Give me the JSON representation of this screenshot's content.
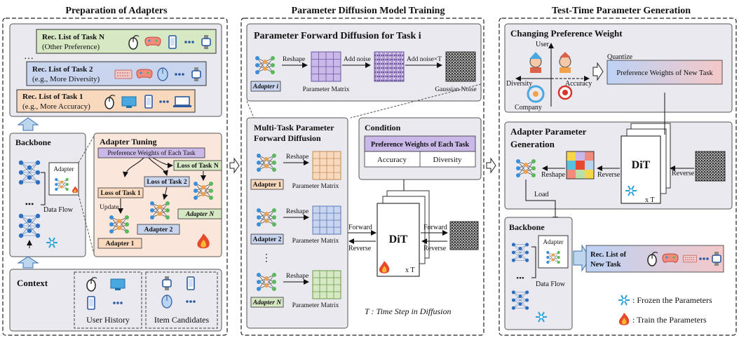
{
  "sections": {
    "prep": "Preparation of Adapters",
    "training": "Parameter Diffusion Model Training",
    "testtime": "Test-Time Parameter Generation"
  },
  "prep": {
    "rec_lists": [
      {
        "title": "Rec. List of Task N",
        "sub": "(Other Preference)"
      },
      {
        "title": "Rec. List of Task 2",
        "sub": "(e.g., More Diversity)"
      },
      {
        "title": "Rec. List of Task 1",
        "sub": "(e.g., More Accuracy)"
      }
    ],
    "ellipsis": "…",
    "dots": "•••",
    "backbone": "Backbone",
    "adapter": "Adapter",
    "data_flow": "Data Flow",
    "adapter_tuning": "Adapter Tuning",
    "pref_each_task": "Preference Weights of Each Task",
    "loss_task_1": "Loss of Task 1",
    "loss_task_2": "Loss of Task 2",
    "loss_task_n": "Loss of Task N",
    "update": "Update",
    "adapter_1": "Adapter 1",
    "adapter_2": "Adapter 2",
    "adapter_n": "Adapter N",
    "context": "Context",
    "user_history": "User History",
    "item_candidates": "Item Candidates"
  },
  "training": {
    "forward_title": "Parameter Forward Diffusion for Task i",
    "adapter_i": "Adapter i",
    "reshape": "Reshape",
    "add_noise": "Add noise",
    "add_noise_t": "Add noise×T",
    "param_matrix": "Parameter Matrix",
    "gaussian": "Gaussian Noise",
    "multi_title_1": "Multi-Task Parameter",
    "multi_title_2": "Forward Diffusion",
    "adapter_1": "Adapter 1",
    "adapter_2": "Adapter 2",
    "adapter_n": "Adapter N",
    "condition": "Condition",
    "pref_each_task": "Preference Weights of Each Task",
    "accuracy": "Accuracy",
    "diversity": "Diversity",
    "forward": "Forward",
    "reverse": "Reverse",
    "dit": "DiT",
    "xt": "x T",
    "time_step": "T :  Time Step in Diffusion",
    "vdots": "⋮"
  },
  "testtime": {
    "changing_title": "Changing Preference Weight",
    "user": "User",
    "diversity": "Diversity",
    "accuracy": "Accuracy",
    "company": "Company",
    "quantize": "Quantize",
    "pref_new_task": "Preference Weights of  New Task",
    "gen_title_1": "Adapter Parameter",
    "gen_title_2": "Generation",
    "reshape": "Reshape",
    "reverse": "Reverse",
    "load": "Load",
    "dit": "DiT",
    "xt": "x T",
    "backbone": "Backbone",
    "adapter": "Adapter",
    "data_flow": "Data Flow",
    "rec_new_1": "Rec. List of",
    "rec_new_2": "New Task",
    "dots": "•••",
    "legend_frozen": ": Frozen the Parameters",
    "legend_train": ": Train the Parameters"
  },
  "colors": {
    "panel": "#e9e9ef",
    "panel_border": "#555555",
    "orange": "#f9d9bd",
    "blue": "#c9d5ee",
    "green": "#d6e8c4",
    "purple": "#c9b8e8",
    "pink_bg": "#fbe6dc",
    "grad_start": "#bcd2f5",
    "grad_end": "#f4c8c8",
    "icon_blue": "#2aa0d8"
  }
}
